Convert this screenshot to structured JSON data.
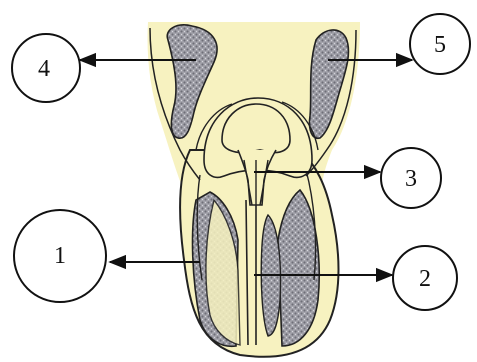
{
  "diagram": {
    "colors": {
      "background_tissue": "#f7f2c0",
      "hatched_tissue": "#9e9ea6",
      "outline": "#222222",
      "callout_border": "#111111",
      "callout_fill": "#ffffff"
    },
    "callouts": [
      {
        "id": "c1",
        "number": "1"
      },
      {
        "id": "c2",
        "number": "2"
      },
      {
        "id": "c3",
        "number": "3"
      },
      {
        "id": "c4",
        "number": "4"
      },
      {
        "id": "c5",
        "number": "5"
      }
    ]
  }
}
